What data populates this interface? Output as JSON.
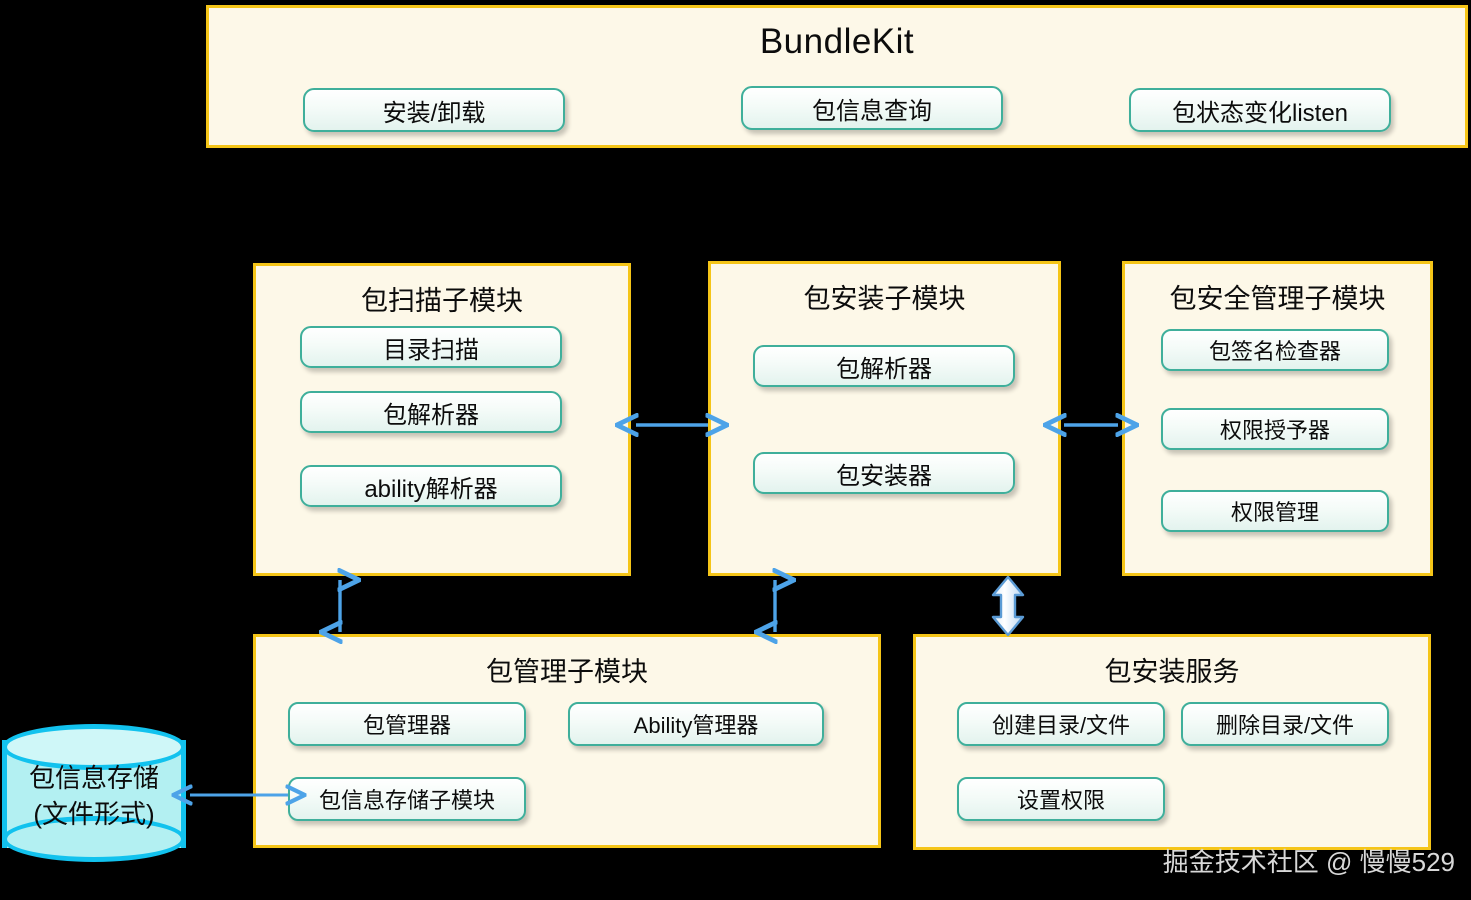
{
  "top_panel": {
    "title": "BundleKit",
    "features": [
      {
        "label": "安装/卸载"
      },
      {
        "label": "包信息查询"
      },
      {
        "label": "包状态变化listen"
      }
    ]
  },
  "modules": [
    {
      "id": "package-scan",
      "title": "包扫描子模块",
      "items": [
        {
          "label": "目录扫描"
        },
        {
          "label": "包解析器"
        },
        {
          "label": "ability解析器"
        }
      ]
    },
    {
      "id": "package-install",
      "title": "包安装子模块",
      "items": [
        {
          "label": "包解析器"
        },
        {
          "label": "包安装器"
        }
      ]
    },
    {
      "id": "package-security",
      "title": "包安全管理子模块",
      "items": [
        {
          "label": "包签名检查器"
        },
        {
          "label": "权限授予器"
        },
        {
          "label": "权限管理"
        }
      ]
    },
    {
      "id": "package-manage",
      "title": "包管理子模块",
      "items": [
        {
          "label": "包管理器"
        },
        {
          "label": "Ability管理器"
        },
        {
          "label": "包信息存储子模块"
        }
      ]
    },
    {
      "id": "package-install-service",
      "title": "包安装服务",
      "items": [
        {
          "label": "创建目录/文件"
        },
        {
          "label": "删除目录/文件"
        },
        {
          "label": "设置权限"
        }
      ]
    }
  ],
  "storage": {
    "line1": "包信息存储",
    "line2": "(文件形式)"
  },
  "watermark": "掘金技术社区 @ 慢慢529",
  "colors": {
    "panel_border": "#F5C518",
    "panel_fill": "#FDF8E8",
    "pill_border": "#3FAF9B",
    "arrow_thin": "#4DA3E8",
    "arrow_block_stroke": "#5B9BD5",
    "cylinder_stroke": "#12C2EE",
    "cylinder_fill": "#B3F0F2",
    "background": "#000000"
  }
}
